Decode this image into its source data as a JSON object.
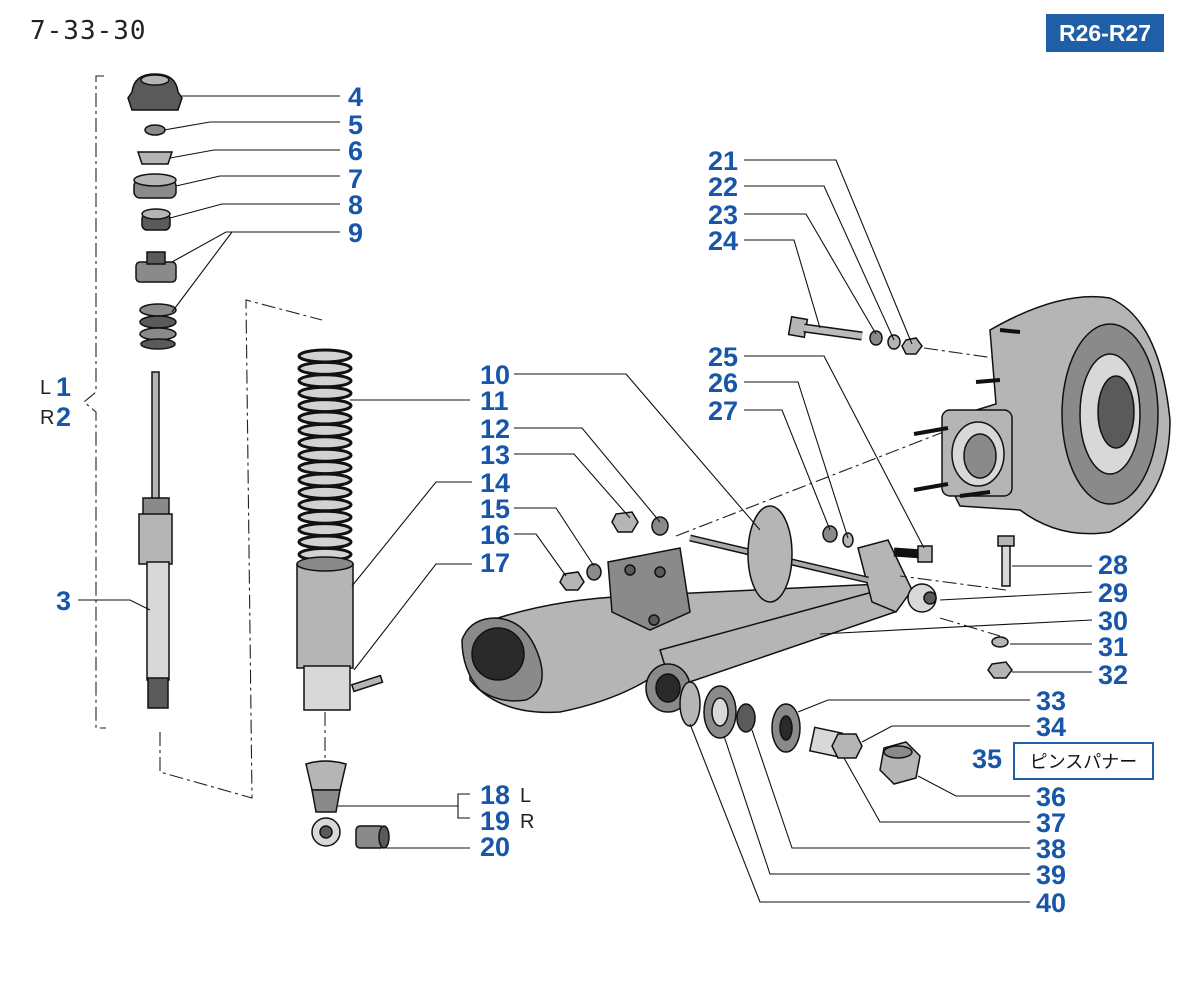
{
  "page": {
    "code": "7-33-30",
    "model": "R26-R27"
  },
  "callouts": [
    {
      "id": "c1",
      "num": "1",
      "side": "L"
    },
    {
      "id": "c2",
      "num": "2",
      "side": "R"
    },
    {
      "id": "c3",
      "num": "3"
    },
    {
      "id": "c4",
      "num": "4"
    },
    {
      "id": "c5",
      "num": "5"
    },
    {
      "id": "c6",
      "num": "6"
    },
    {
      "id": "c7",
      "num": "7"
    },
    {
      "id": "c8",
      "num": "8"
    },
    {
      "id": "c9",
      "num": "9"
    },
    {
      "id": "c10",
      "num": "10"
    },
    {
      "id": "c11",
      "num": "11"
    },
    {
      "id": "c12",
      "num": "12"
    },
    {
      "id": "c13",
      "num": "13"
    },
    {
      "id": "c14",
      "num": "14"
    },
    {
      "id": "c15",
      "num": "15"
    },
    {
      "id": "c16",
      "num": "16"
    },
    {
      "id": "c17",
      "num": "17"
    },
    {
      "id": "c18",
      "num": "18",
      "side": "L"
    },
    {
      "id": "c19",
      "num": "19",
      "side": "R"
    },
    {
      "id": "c20",
      "num": "20"
    },
    {
      "id": "c21",
      "num": "21"
    },
    {
      "id": "c22",
      "num": "22"
    },
    {
      "id": "c23",
      "num": "23"
    },
    {
      "id": "c24",
      "num": "24"
    },
    {
      "id": "c25",
      "num": "25"
    },
    {
      "id": "c26",
      "num": "26"
    },
    {
      "id": "c27",
      "num": "27"
    },
    {
      "id": "c28",
      "num": "28"
    },
    {
      "id": "c29",
      "num": "29"
    },
    {
      "id": "c30",
      "num": "30"
    },
    {
      "id": "c31",
      "num": "31"
    },
    {
      "id": "c32",
      "num": "32"
    },
    {
      "id": "c33",
      "num": "33"
    },
    {
      "id": "c34",
      "num": "34"
    },
    {
      "id": "c35",
      "num": "35"
    },
    {
      "id": "c36",
      "num": "36"
    },
    {
      "id": "c37",
      "num": "37"
    },
    {
      "id": "c38",
      "num": "38"
    },
    {
      "id": "c39",
      "num": "39"
    },
    {
      "id": "c40",
      "num": "40"
    }
  ],
  "tool": {
    "label": "ピンスパナー"
  },
  "colors": {
    "callout": "#1756a9",
    "badge": "#1f5fa8"
  }
}
